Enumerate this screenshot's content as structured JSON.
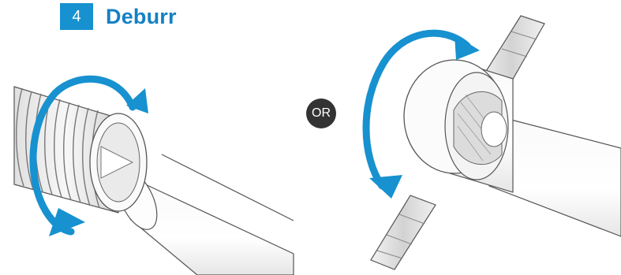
{
  "step": {
    "number": "4",
    "title": "Deburr"
  },
  "separator": {
    "label": "OR"
  },
  "colors": {
    "accent": "#1791cf",
    "title": "#1581c4",
    "badge_dark": "#333333"
  },
  "illustrations": [
    {
      "name": "threaded-pipe-deburr-tool",
      "icon": "rotation-arrow-icon"
    },
    {
      "name": "t-handle-reamer-pipe",
      "icon": "rotation-arrow-icon"
    }
  ]
}
